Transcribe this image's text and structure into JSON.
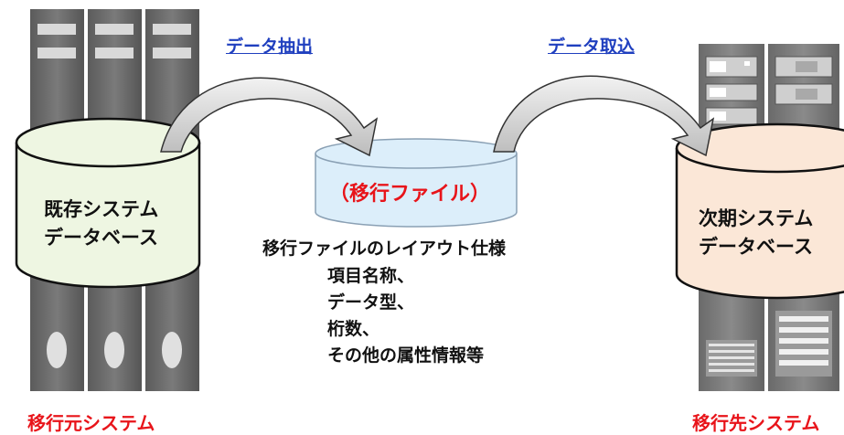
{
  "links": {
    "extract": "データ抽出",
    "import": "データ取込"
  },
  "source_db": {
    "line1": "既存システム",
    "line2": "データベース"
  },
  "target_db": {
    "line1": "次期システム",
    "line2": "データベース"
  },
  "file_label": "（移行ファイル）",
  "spec": {
    "title": "移行ファイルのレイアウト仕様",
    "items": [
      "項目名称、",
      "データ型、",
      "桁数、",
      "その他の属性情報等"
    ]
  },
  "systems": {
    "source": "移行元システム",
    "target": "移行先システム"
  },
  "colors": {
    "source_db_fill": "#eef6e2",
    "file_fill": "#dceefa",
    "target_db_fill": "#fbe7d7",
    "label_red": "#e8141a",
    "link_blue": "#1f3fbf"
  }
}
